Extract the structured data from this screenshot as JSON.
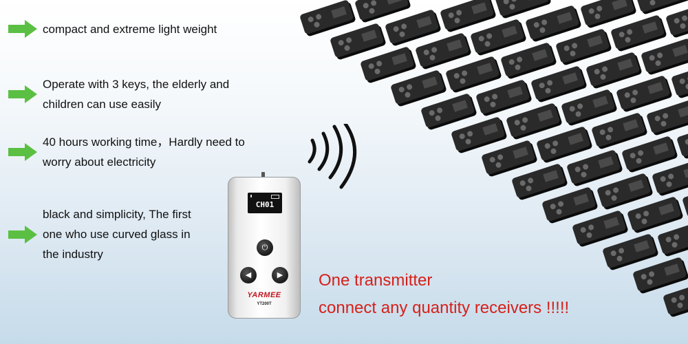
{
  "features": [
    {
      "lines": [
        "compact and extreme light weight"
      ]
    },
    {
      "lines": [
        "Operate with 3 keys, the elderly and",
        "children can use easily"
      ]
    },
    {
      "lines": [
        "40 hours working time，Hardly need to",
        "worry about electricity"
      ]
    },
    {
      "lines": [
        "black and simplicity, The first",
        "one who use curved glass in",
        "the industry"
      ]
    }
  ],
  "transmitter": {
    "screen_text": "CH01",
    "brand": "YARMEE",
    "model": "YT200T"
  },
  "headline": {
    "line1": "One transmitter",
    "line2": "connect any quantity receivers !!!!!"
  },
  "colors": {
    "arrow": "#5bbf43",
    "headline": "#d6201a",
    "receiver_body": "#2a2a2a",
    "brand": "#c0151d"
  },
  "icons": [
    "green-arrow-icon",
    "power-icon",
    "left-arrow-icon",
    "right-arrow-icon",
    "signal-waves-icon",
    "receiver-icon"
  ]
}
